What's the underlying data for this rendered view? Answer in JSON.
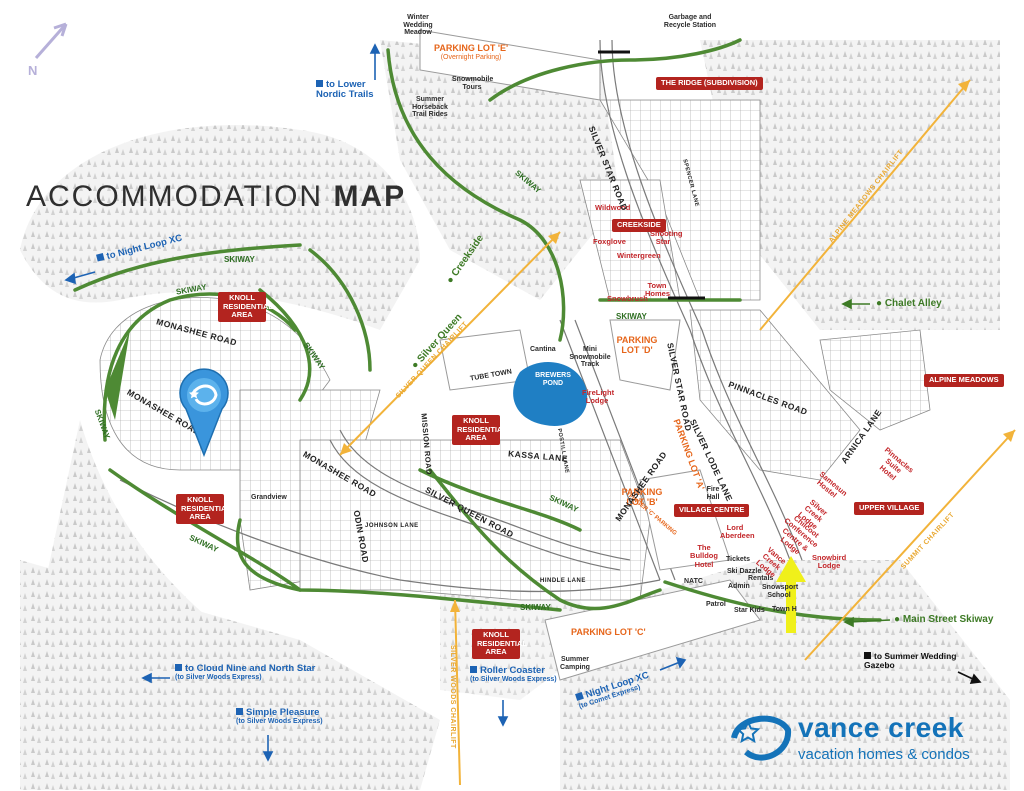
{
  "title": {
    "light": "ACCOMMODATION ",
    "bold": "MAP"
  },
  "north": "N",
  "parking": {
    "e": "PARKING LOT 'E'",
    "e_note": "(Overnight Parking)",
    "d": "PARKING LOT 'D'",
    "b": "PARKING LOT 'B'",
    "a": "PARKING LOT 'A'",
    "c": "PARKING LOT 'C'",
    "finger_c": "FINGER 'C' PARKING"
  },
  "areas": {
    "ridge": "THE RIDGE (SUBDIVISION)",
    "knoll1": "KNOLL RESIDENTIAL AREA",
    "knoll2": "KNOLL RESIDENTIAL AREA",
    "knoll3": "KNOLL RESIDENTIAL AREA",
    "knoll4": "KNOLL RESIDENTIAL AREA",
    "creekside": "CREEKSIDE",
    "alpine_meadows": "ALPINE MEADOWS",
    "upper_village": "UPPER VILLAGE",
    "village_centre": "VILLAGE CENTRE"
  },
  "places": {
    "winter_wedding": "Winter Wedding Meadow",
    "garbage": "Garbage and Recycle Station",
    "snowmobile_tours": "Snowmobile Tours",
    "summer_horseback": "Summer Horseback Trail Rides",
    "tube_town": "TUBE TOWN",
    "cantina": "Cantina",
    "mini_snowmobile": "Mini Snowmobile Track",
    "brewers_pond": "BREWERS POND",
    "grandview": "Grandview",
    "summer_camping": "Summer Camping",
    "fire_hall": "Fire Hall",
    "tickets": "Tickets",
    "ski_dazzle": "Ski Dazzle",
    "rentals": "Rentals",
    "snowsport": "Snowsport School",
    "admin": "Admin",
    "town_h": "Town H",
    "patrol": "Patrol",
    "star_kids": "Star Kids",
    "natc": "NATC"
  },
  "lodges": {
    "wildwood": "Wildwood",
    "foxglove": "Foxglove",
    "shooting_star": "Shooting Star",
    "wintergreen": "Wintergreen",
    "snowbrush": "Snowbrush",
    "town_homes": "Town Homes",
    "firelight": "FireLight Lodge",
    "lord_aberdeen": "Lord Aberdeen",
    "bulldog": "The Bulldog Hotel",
    "vance_creek": "Vance Creek Lodge",
    "chilcoot": "Chilcoot Conference Centre & Lodge",
    "silver_creek": "Silver Creek Lodge",
    "samesun": "Samesun Hostel",
    "snowbird": "Snowbird Lodge",
    "pinnacles": "Pinnacles Suite Hotel"
  },
  "roads": {
    "silver_star_1": "SILVER STAR ROAD",
    "silver_star_2": "SILVER STAR ROAD",
    "monashee_1": "MONASHEE ROAD",
    "monashee_2": "MONASHEE ROAD",
    "monashee_3": "MONASHEE ROAD",
    "monashee_4": "MONASHEE ROAD",
    "silver_queen": "SILVER QUEEN ROAD",
    "kassa": "KASSA LANE",
    "pinnacles": "PINNACLES ROAD",
    "silver_lode": "SILVER LODE LANE",
    "arnica": "ARNICA LANE",
    "odin": "ODIN ROAD",
    "mission": "MISSION ROAD",
    "spencer": "SPENCER LANE",
    "johnson": "JOHNSON LANE",
    "hindle": "HINDLE LANE",
    "postill": "POSTILL LANE"
  },
  "trails": {
    "skiway": "SKIWAY",
    "creekside": "Creekside",
    "silver_queen": "Silver Queen",
    "chalet_alley": "Chalet Alley",
    "main_street_skiway": "Main Street Skiway"
  },
  "chairlifts": {
    "silver_queen": "SILVER QUEEN CHAIRLIFT",
    "silver_woods": "SILVER WOODS CHAIRLIFT",
    "alpine_meadows": "ALPINE MEADOWS CHAIRLIFT",
    "summit": "SUMMIT CHAIRLIFT"
  },
  "directions": {
    "lower_nordic": "to Lower Nordic Trails",
    "night_loop_xc_1": "to Night Loop XC",
    "cloud_nine": "to Cloud Nine and North Star",
    "cloud_nine_sub": "(to Silver Woods Express)",
    "simple_pleasure": "Simple Pleasure",
    "simple_pleasure_sub": "(to Silver Woods Express)",
    "roller_coaster": "Roller Coaster",
    "roller_coaster_sub": "(to Silver Woods Express)",
    "night_loop_xc_2": "Night Loop XC",
    "night_loop_xc_2_sub": "(to Comet Express)",
    "summer_gazebo": "to Summer Wedding Gazebo"
  },
  "logo": {
    "name": "vance creek",
    "tagline": "vacation homes & condos"
  },
  "colors": {
    "skiway": "#4e8a34",
    "chairlift": "#f2b33a",
    "tag_red": "#b3241f",
    "pond": "#1f7fc4",
    "brand_blue": "#1473b9",
    "highlight_arrow": "#f0f01a"
  }
}
